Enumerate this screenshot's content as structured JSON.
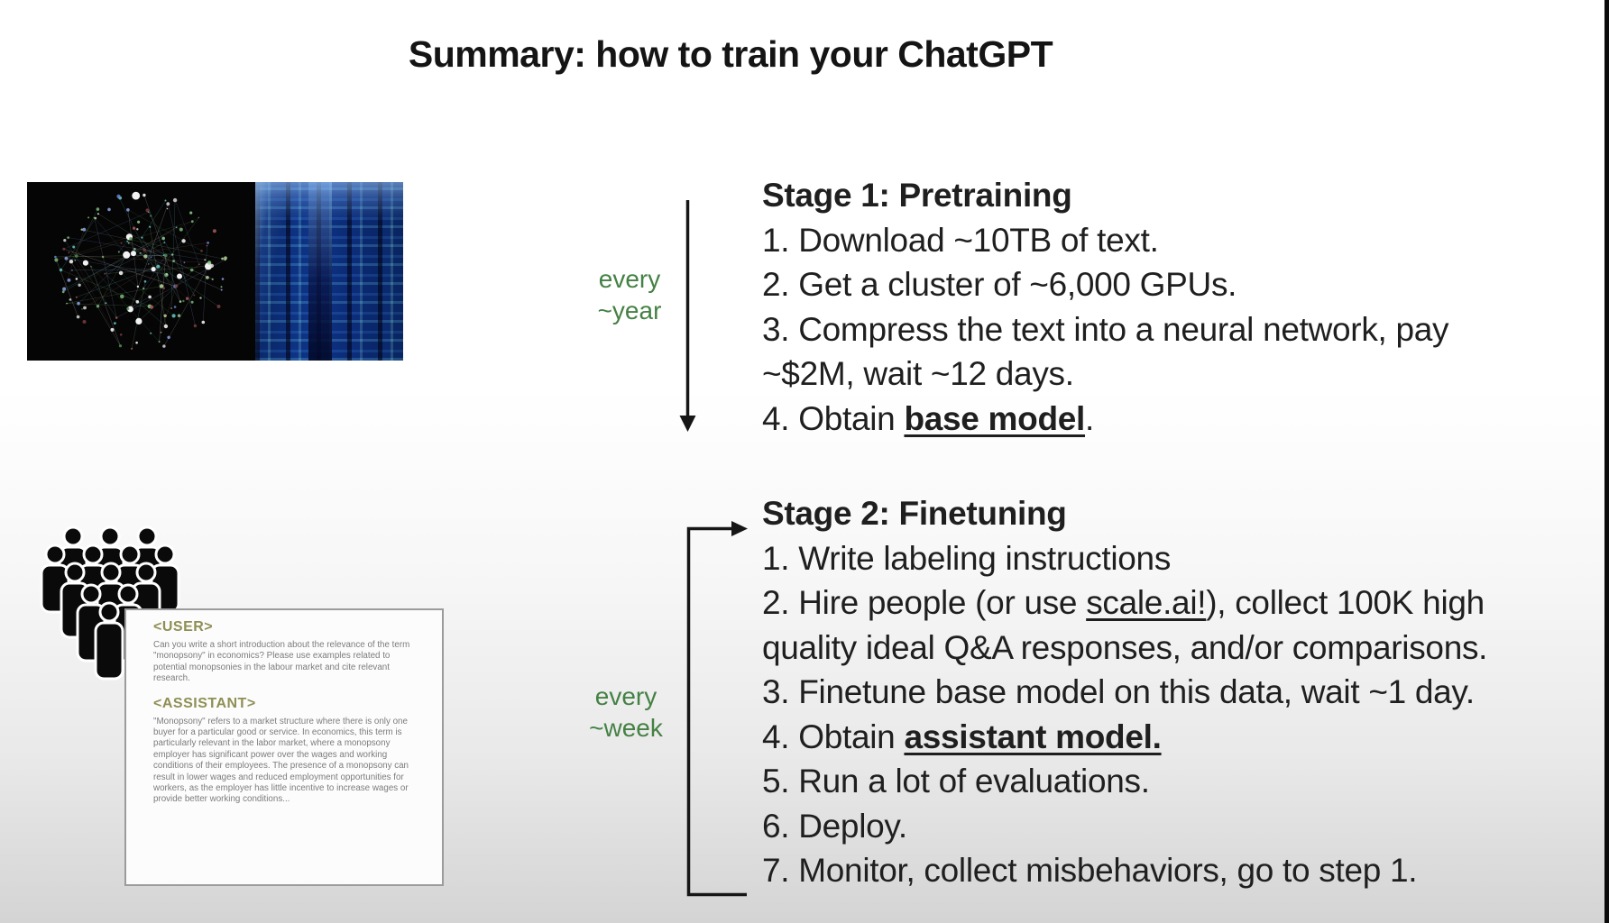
{
  "title": "Summary: how to train your ChatGPT",
  "colors": {
    "arrow_label_green": "#448144",
    "doc_tag_olive": "#8f8f55"
  },
  "stage1": {
    "label1": "every",
    "label2": "~year",
    "rows": [
      [
        {
          "t": "Stage 1: Pretraining",
          "b": true
        }
      ],
      [
        {
          "t": "1. Download ~10TB of text."
        }
      ],
      [
        {
          "t": "2. Get a cluster of ~6,000 GPUs."
        }
      ],
      [
        {
          "t": "3. Compress the text into a neural network, pay"
        }
      ],
      [
        {
          "t": "~$2M, wait ~12 days."
        }
      ],
      [
        {
          "t": "4. Obtain "
        },
        {
          "t": "base model",
          "b": true,
          "u": true
        },
        {
          "t": "."
        }
      ]
    ]
  },
  "stage2": {
    "label1": "every",
    "label2": "~week",
    "rows": [
      [
        {
          "t": "Stage 2: Finetuning",
          "b": true
        }
      ],
      [
        {
          "t": "1. Write labeling instructions"
        }
      ],
      [
        {
          "t": "2. Hire people (or use "
        },
        {
          "t": "scale.ai!",
          "u": true
        },
        {
          "t": "), collect 100K high"
        }
      ],
      [
        {
          "t": "quality ideal Q&A responses, and/or comparisons."
        }
      ],
      [
        {
          "t": "3. Finetune base model on this data, wait ~1 day."
        }
      ],
      [
        {
          "t": "4. Obtain "
        },
        {
          "t": "assistant model.",
          "b": true,
          "u": true
        }
      ],
      [
        {
          "t": "5. Run a lot of evaluations."
        }
      ],
      [
        {
          "t": "6. Deploy."
        }
      ],
      [
        {
          "t": "7. Monitor, collect misbehaviors, go to step 1."
        }
      ]
    ]
  },
  "document": {
    "user_tag": "<USER>",
    "user_text": "Can you write a short introduction about the relevance of the term \"monopsony\" in economics? Please use examples related to potential monopsonies in the labour market and cite relevant research.",
    "assistant_tag": "<ASSISTANT>",
    "assistant_text": "\"Monopsony\" refers to a market structure where there is only one buyer for a particular good or service. In economics, this term is particularly relevant in the labor market, where a monopsony employer has significant power over the wages and working conditions of their employees. The presence of a monopsony can result in lower wages and reduced employment opportunities for workers, as the employer has little incentive to increase wages or provide better working conditions..."
  }
}
